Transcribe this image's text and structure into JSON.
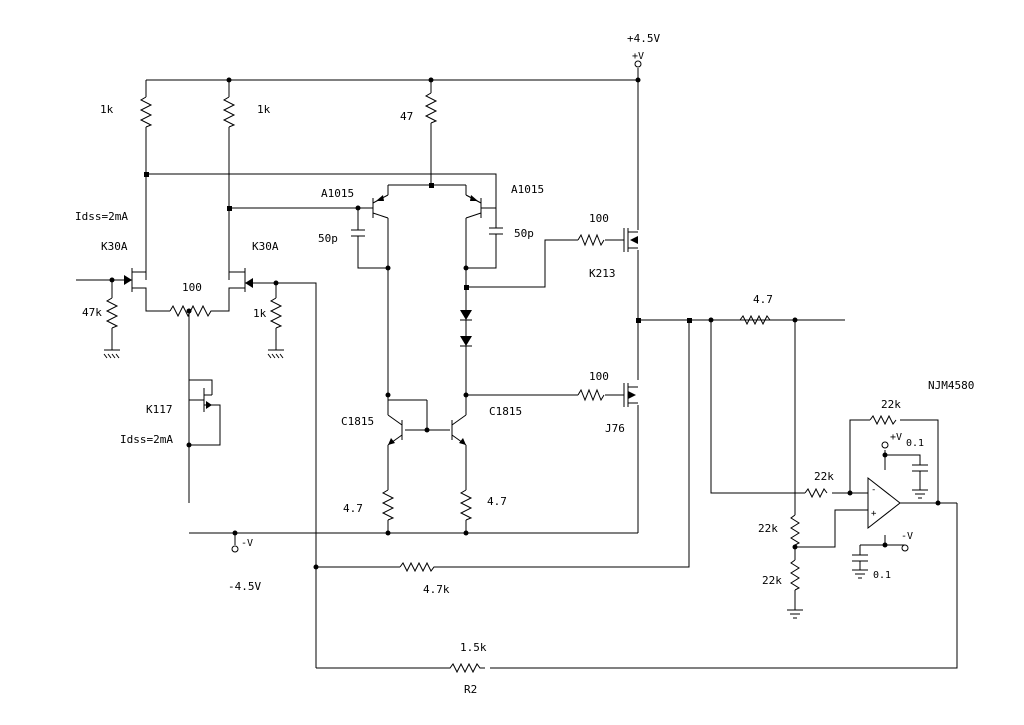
{
  "labels": {
    "vplus_title": "+4.5V",
    "vplus_sym": "+V",
    "vminus_title": "-4.5V",
    "vminus_sym": "-V",
    "r1k_left": "1k",
    "r1k_mid": "1k",
    "r47": "47",
    "idss_top": "Idss=2mA",
    "k30a_left": "K30A",
    "k30a_right": "K30A",
    "r100_src": "100",
    "r47k_gate": "47k",
    "r1k_gate": "1k",
    "a1015_left": "A1015",
    "a1015_right": "A1015",
    "c50p_left": "50p",
    "c50p_right": "50p",
    "r100_upper": "100",
    "k213": "K213",
    "r100_lower": "100",
    "j76": "J76",
    "c1815_left": "C1815",
    "c1815_right": "C1815",
    "r4_7_left": "4.7",
    "r4_7_right": "4.7",
    "k117": "K117",
    "idss_bottom": "Idss=2mA",
    "r4_7_out": "4.7",
    "njm": "NJM4580",
    "r22k_fb": "22k",
    "r22k_in": "22k",
    "r22k_div1": "22k",
    "r22k_div2": "22k",
    "op_vplus": "+V",
    "op_c1": "0.1",
    "op_vminus": "-V",
    "op_c2": "0.1",
    "r4_7k": "4.7k",
    "r1_5k": "1.5k",
    "r2": "R2"
  }
}
